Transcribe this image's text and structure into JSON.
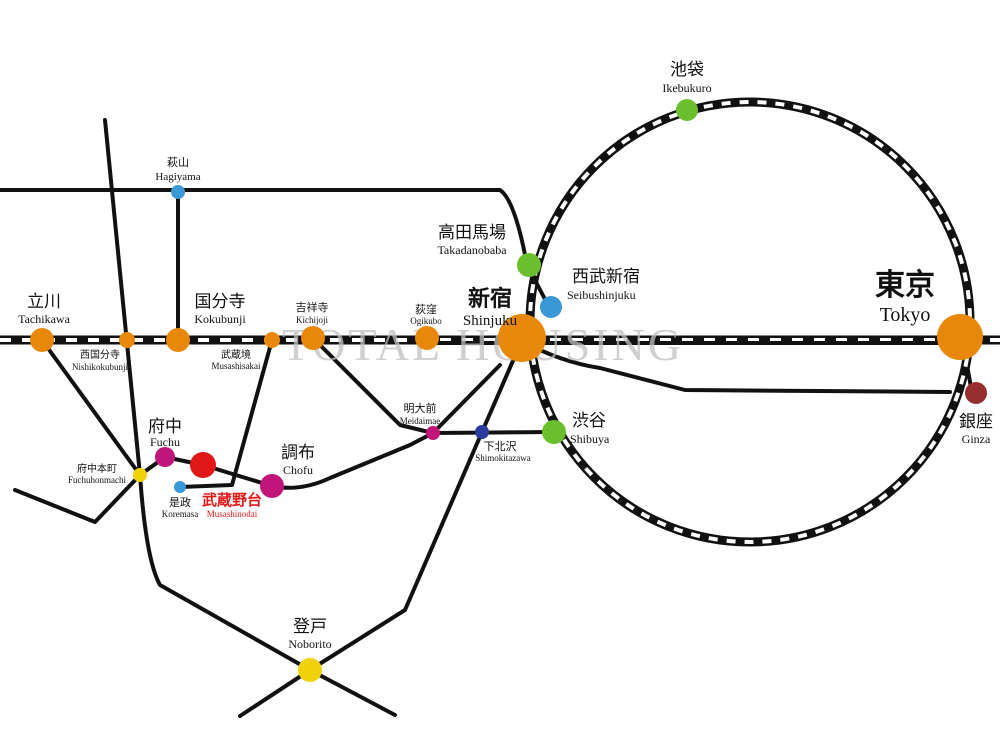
{
  "watermark": "TOTAL HOUSING",
  "colors": {
    "line": "#111111",
    "jr": "#e8880a",
    "yamanote": "#6bbf2e",
    "seibu": "#3a98d6",
    "keio": "#c0157a",
    "odakyu": "#2a3b9b",
    "nanbu": "#f0d20a",
    "target": "#e01818",
    "ginza": "#963030"
  },
  "stations": {
    "ikebukuro": {
      "jp": "池袋",
      "en": "Ikebukuro",
      "color_key": "yamanote"
    },
    "hagiyama": {
      "jp": "萩山",
      "en": "Hagiyama",
      "color_key": "seibu"
    },
    "takadanobaba": {
      "jp": "高田馬場",
      "en": "Takadanobaba",
      "color_key": "yamanote"
    },
    "seibushinjuku": {
      "jp": "西武新宿",
      "en": "Seibushinjuku",
      "color_key": "seibu"
    },
    "tachikawa": {
      "jp": "立川",
      "en": "Tachikawa",
      "color_key": "jr"
    },
    "nishikokubunji": {
      "jp": "西国分寺",
      "en": "Nishikokubunji",
      "color_key": "jr"
    },
    "kokubunji": {
      "jp": "国分寺",
      "en": "Kokubunji",
      "color_key": "jr"
    },
    "musashisakai": {
      "jp": "武蔵境",
      "en": "Musashisakai",
      "color_key": "jr"
    },
    "kichijoji": {
      "jp": "吉祥寺",
      "en": "Kichijoji",
      "color_key": "jr"
    },
    "ogikubo": {
      "jp": "荻窪",
      "en": "Ogikubo",
      "color_key": "jr"
    },
    "shinjuku": {
      "jp": "新宿",
      "en": "Shinjuku",
      "color_key": "jr"
    },
    "tokyo": {
      "jp": "東京",
      "en": "Tokyo",
      "color_key": "jr"
    },
    "ginza": {
      "jp": "銀座",
      "en": "Ginza",
      "color_key": "ginza"
    },
    "meidaimae": {
      "jp": "明大前",
      "en": "Meidaimae",
      "color_key": "keio"
    },
    "shimokitazawa": {
      "jp": "下北沢",
      "en": "Shimokitazawa",
      "color_key": "odakyu"
    },
    "shibuya": {
      "jp": "渋谷",
      "en": "Shibuya",
      "color_key": "yamanote"
    },
    "fuchu": {
      "jp": "府中",
      "en": "Fuchu",
      "color_key": "keio"
    },
    "fuchuhonmachi": {
      "jp": "府中本町",
      "en": "Fuchuhonmachi",
      "color_key": "nanbu"
    },
    "koremasa": {
      "jp": "是政",
      "en": "Koremasa",
      "color_key": "seibu"
    },
    "musashinodai": {
      "jp": "武蔵野台",
      "en": "Musashinodai",
      "color_key": "target"
    },
    "chofu": {
      "jp": "調布",
      "en": "Chofu",
      "color_key": "keio"
    },
    "noborito": {
      "jp": "登戸",
      "en": "Noborito",
      "color_key": "nanbu"
    }
  }
}
